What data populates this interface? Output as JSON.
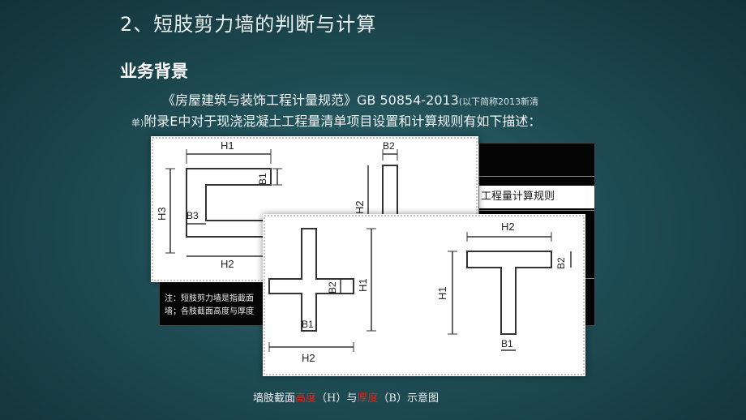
{
  "slide": {
    "title": "2、短肢剪力墙的判断与计算",
    "subtitle": "业务背景",
    "para1_main": "《房屋建筑与装饰工程计量规范》GB 50854-2013",
    "para1_small": "(以下简称2013新清",
    "para2_small": "单)",
    "para2_main": "附录E中对于现浇混凝土工程量清单项目设置和计算规则有如下描述："
  },
  "table": {
    "header_fragment": "工程量计算规则",
    "note_line1": "注：短肢剪力墙是指截面",
    "note_line2": "墙；各肢截面高度与厚度"
  },
  "diagram_labels": {
    "H1": "H1",
    "H2": "H2",
    "H3": "H3",
    "B1": "B1",
    "B2": "B2",
    "B3": "B3"
  },
  "caption": {
    "part1": "墙肢截面",
    "red1": "高度",
    "part2": "（H）与",
    "red2": "厚度",
    "part3": "（B）示意图"
  }
}
